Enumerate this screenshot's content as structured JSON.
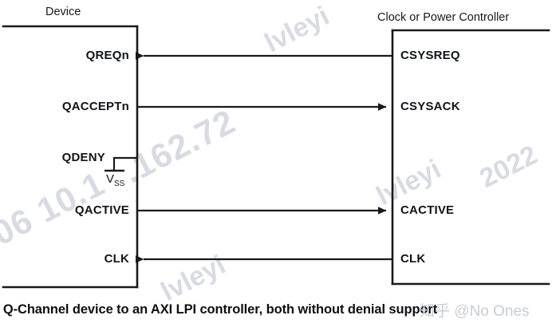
{
  "diagram": {
    "left_box": {
      "title": "Device",
      "signals": [
        {
          "name": "QREQn",
          "direction": "in"
        },
        {
          "name": "QACCEPTn",
          "direction": "out"
        },
        {
          "name": "QDENY",
          "direction": "tied-to-vss"
        },
        {
          "name": "QACTIVE",
          "direction": "out"
        },
        {
          "name": "CLK",
          "direction": "in"
        }
      ]
    },
    "right_box": {
      "title": "Clock or Power Controller",
      "signals": [
        {
          "name": "CSYSREQ",
          "direction": "out"
        },
        {
          "name": "CSYSACK",
          "direction": "in"
        },
        {
          "name": "CACTIVE",
          "direction": "in"
        },
        {
          "name": "CLK",
          "direction": "out"
        }
      ]
    },
    "ground": {
      "label_main": "V",
      "label_sub": "SS"
    },
    "connections": [
      {
        "from": "CSYSREQ",
        "to": "QREQn",
        "arrow": "left"
      },
      {
        "from": "QACCEPTn",
        "to": "CSYSACK",
        "arrow": "right"
      },
      {
        "from": "QACTIVE",
        "to": "CACTIVE",
        "arrow": "right"
      },
      {
        "from": "CLK",
        "to": "CLK",
        "arrow": "left"
      }
    ],
    "caption": "f Q-Channel device to an AXI LPI controller, both without denial support",
    "colors": {
      "line": "#1a1a1a",
      "text": "#111418",
      "background": "#ffffff",
      "watermark": "#d9dbe3"
    }
  },
  "watermarks": {
    "ip_part1": "06  10.1",
    "ip_part2": ".162.72",
    "user": "lvleyi",
    "year": "2022",
    "zhihu": "知乎 @No Ones"
  }
}
